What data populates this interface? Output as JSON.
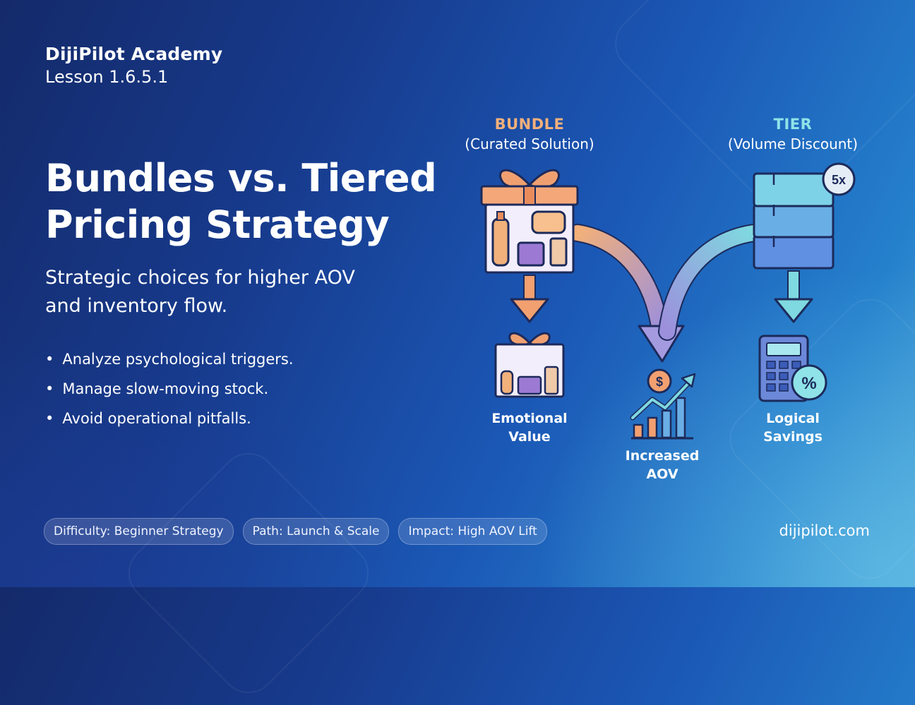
{
  "brand": {
    "name": "DijiPilot Academy",
    "lesson": "Lesson 1.6.5.1"
  },
  "hero": {
    "title_line1": "Bundles vs. Tiered",
    "title_line2": "Pricing Strategy",
    "subtitle_line1": "Strategic choices for higher AOV",
    "subtitle_line2": "and inventory flow."
  },
  "bullets": [
    "Analyze psychological triggers.",
    "Manage slow-moving stock.",
    "Avoid operational pitfalls."
  ],
  "tags": [
    "Difficulty: Beginner Strategy",
    "Path: Launch & Scale",
    "Impact: High AOV Lift"
  ],
  "website": "dijipilot.com",
  "diagram": {
    "bundle": {
      "label": "BUNDLE",
      "sub": "(Curated Solution)",
      "color": "#f2b07a"
    },
    "tier": {
      "label": "TIER",
      "sub": "(Volume Discount)",
      "color": "#8fe3e8",
      "badge": "5x"
    },
    "outcomes": {
      "emotional": {
        "line1": "Emotional",
        "line2": "Value"
      },
      "aov": {
        "line1": "Increased",
        "line2": "AOV"
      },
      "logical": {
        "line1": "Logical",
        "line2": "Savings"
      }
    }
  }
}
